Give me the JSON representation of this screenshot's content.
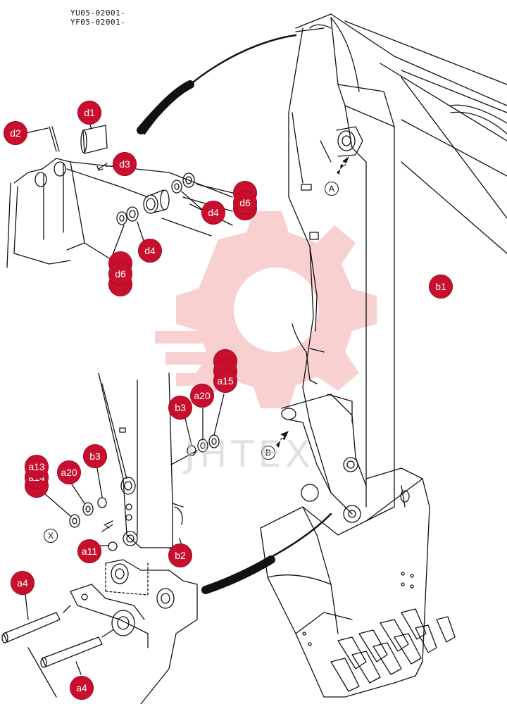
{
  "header": {
    "serials": [
      "YU05-02001-",
      "YF05-02001-"
    ]
  },
  "callouts": [
    {
      "id": "d1",
      "label": "d1",
      "x": 0,
      "y": 0
    },
    {
      "id": "d2",
      "label": "d2"
    },
    {
      "id": "d3",
      "label": "d3"
    },
    {
      "id": "d4a",
      "label": "d4"
    },
    {
      "id": "d4b",
      "label": "d4"
    },
    {
      "id": "d6a",
      "label": "d6"
    },
    {
      "id": "d6b",
      "label": "d6"
    },
    {
      "id": "b1",
      "label": "b1"
    },
    {
      "id": "b2",
      "label": "b2"
    },
    {
      "id": "b3a",
      "label": "b3"
    },
    {
      "id": "b3b",
      "label": "b3"
    },
    {
      "id": "a20a",
      "label": "a20"
    },
    {
      "id": "a20b",
      "label": "a20"
    },
    {
      "id": "a15",
      "label": "a15"
    },
    {
      "id": "a13",
      "label": "a13"
    },
    {
      "id": "a14",
      "label": "a14"
    },
    {
      "id": "a11",
      "label": "a11"
    },
    {
      "id": "a4a",
      "label": "a4"
    },
    {
      "id": "a4b",
      "label": "a4"
    }
  ],
  "view_labels": [
    "A",
    "B",
    "X"
  ],
  "watermark": "JHTEX"
}
